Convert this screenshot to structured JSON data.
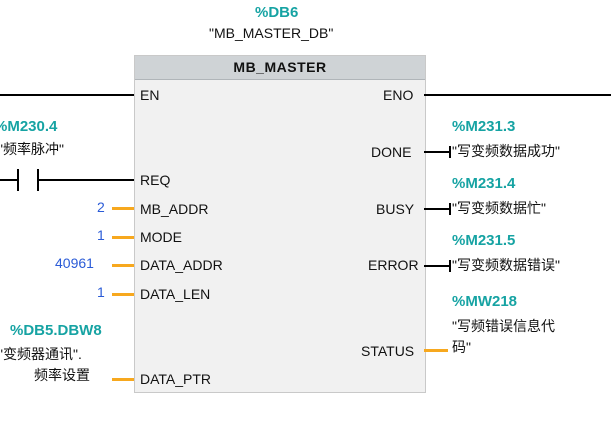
{
  "db": {
    "address": "%DB6",
    "name": "\"MB_MASTER_DB\""
  },
  "block": {
    "title": "MB_MASTER",
    "inputs": {
      "en": "EN",
      "req": "REQ",
      "mb_addr": "MB_ADDR",
      "mode": "MODE",
      "data_addr": "DATA_ADDR",
      "data_len": "DATA_LEN",
      "data_ptr": "DATA_PTR"
    },
    "outputs": {
      "eno": "ENO",
      "done": "DONE",
      "busy": "BUSY",
      "error": "ERROR",
      "status": "STATUS"
    }
  },
  "req_contact": {
    "address": "%M230.4",
    "symbol": "\"频率脉冲\""
  },
  "values": {
    "mb_addr": "2",
    "mode": "1",
    "data_addr": "40961",
    "data_len": "1"
  },
  "data_ptr": {
    "address": "%DB5.DBW8",
    "symbol_line1": "\"变频器通讯\".",
    "symbol_line2": "频率设置"
  },
  "done_out": {
    "address": "%M231.3",
    "symbol": "\"写变频数据成功\""
  },
  "busy_out": {
    "address": "%M231.4",
    "symbol": "\"写变频数据忙\""
  },
  "error_out": {
    "address": "%M231.5",
    "symbol": "\"写变频数据错误\""
  },
  "status_out": {
    "address": "%MW218",
    "symbol_line1": "\"写频错误信息代",
    "symbol_line2": "码\""
  },
  "colors": {
    "address": "#16a3a3",
    "constant": "#2a5bd7",
    "wire": "#f7a81e",
    "header": "#cfd3d6"
  }
}
